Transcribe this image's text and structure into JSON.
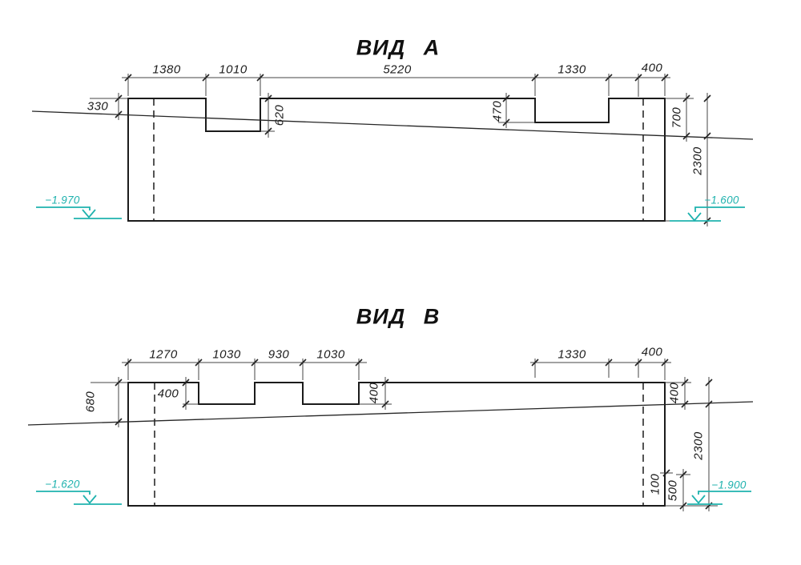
{
  "drawing": {
    "type": "construction-elevation-views",
    "colors": {
      "elevation_mark": "#1fb2ae",
      "line": "#1c1c1c",
      "background": "#ffffff"
    }
  },
  "views": [
    {
      "title": "ВИД А",
      "top_dims": [
        "1380",
        "1010",
        "5220",
        "1330",
        "400"
      ],
      "left_dim": "330",
      "notch_depths": [
        "620",
        "470"
      ],
      "right_dims": [
        "700",
        "2300"
      ],
      "elevations": {
        "left": "−1.970",
        "right": "−1.600"
      }
    },
    {
      "title": "ВИД В",
      "top_dims": [
        "1270",
        "1030",
        "930",
        "1030",
        "1330",
        "400"
      ],
      "left_dim": "680",
      "notch_depths": [
        "400",
        "400"
      ],
      "right_dims": [
        "400",
        "2300",
        "100",
        "500"
      ],
      "elevations": {
        "left": "−1.620",
        "right": "−1.900"
      }
    }
  ]
}
